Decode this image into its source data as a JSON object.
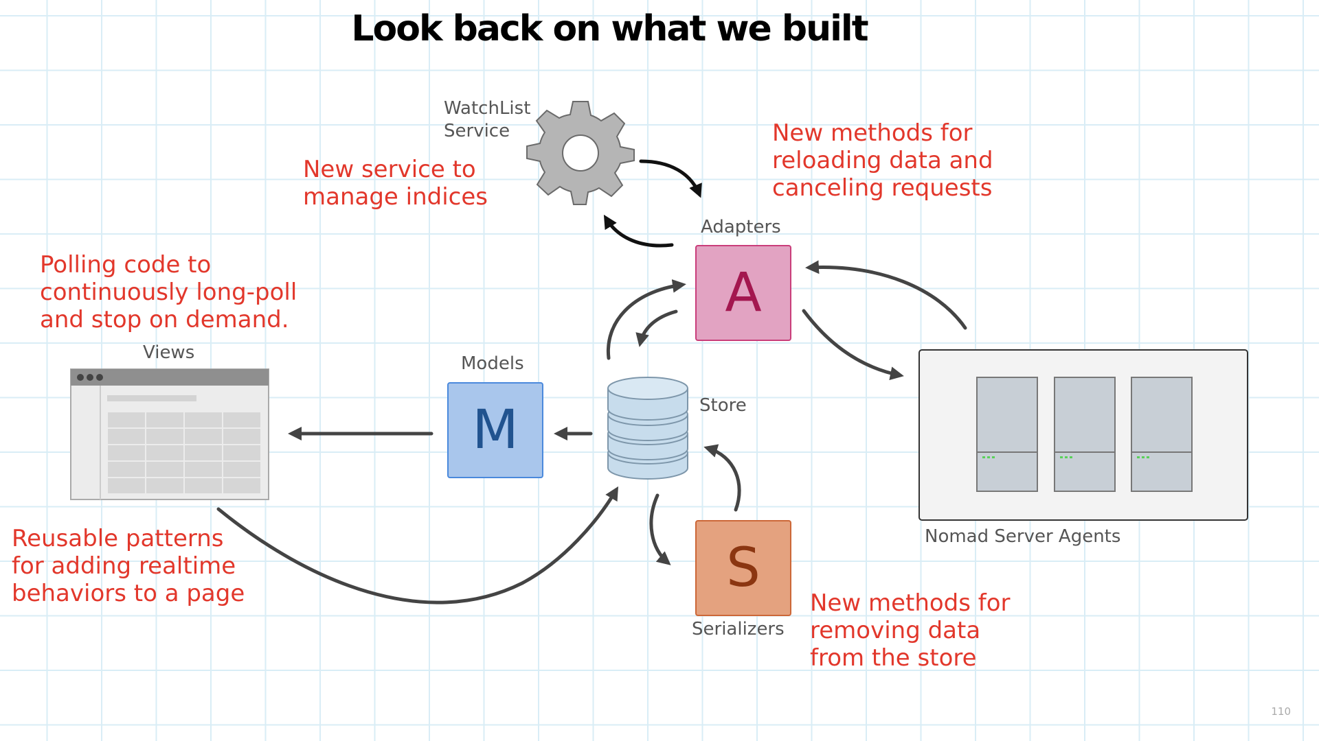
{
  "title": "Look back on what we built",
  "labels": {
    "watchlist": "WatchList\nService",
    "adapters": "Adapters",
    "views": "Views",
    "models": "Models",
    "store": "Store",
    "serializers": "Serializers",
    "nomad": "Nomad Server Agents"
  },
  "boxes": {
    "adapters_letter": "A",
    "models_letter": "M",
    "serializers_letter": "S"
  },
  "notes": {
    "watchlist": "New service to\nmanage indices",
    "adapters": "New methods for\nreloading data and\ncanceling requests",
    "polling": "Polling code to\ncontinuously long-poll\nand stop on demand.",
    "patterns": "Reusable patterns\nfor adding realtime\nbehaviors to a page",
    "serializers": "New methods for\nremoving data\nfrom the store"
  },
  "icons": [
    "gear-icon",
    "database-icon",
    "browser-window-icon",
    "server-rack-icon"
  ],
  "colors": {
    "note_red": "#e2372b",
    "adapters_fill": "#e2a3c2",
    "models_fill": "#a9c6ec",
    "serializers_fill": "#e4a27f"
  },
  "page_number": "110"
}
